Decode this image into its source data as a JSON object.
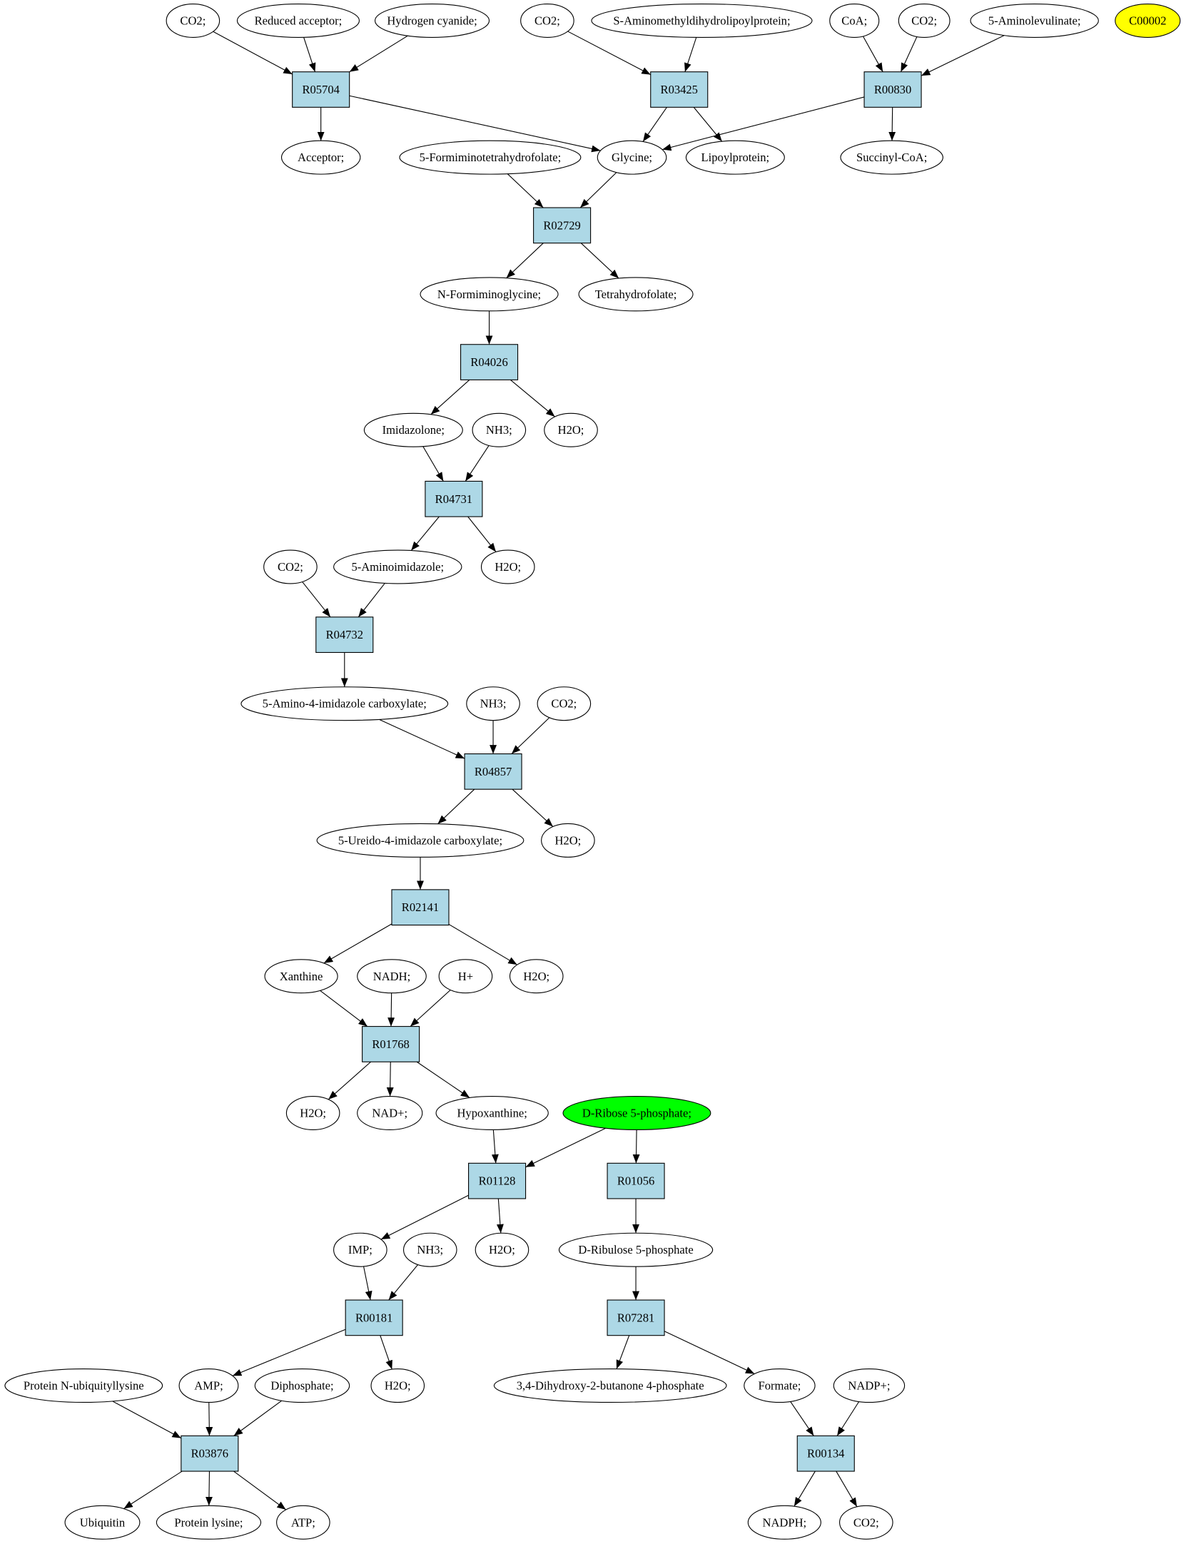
{
  "colors": {
    "reaction_fill": "#add8e6",
    "compound_fill": "#ffffff",
    "highlight_start": "#00ff00",
    "highlight_target": "#ffff00"
  },
  "nodes": [
    {
      "id": "co2_a",
      "label": "CO2;",
      "kind": "compound"
    },
    {
      "id": "red_acc",
      "label": "Reduced acceptor;",
      "kind": "compound"
    },
    {
      "id": "hcn",
      "label": "Hydrogen cyanide;",
      "kind": "compound"
    },
    {
      "id": "co2_b",
      "label": "CO2;",
      "kind": "compound"
    },
    {
      "id": "s_amino",
      "label": "S-Aminomethyldihydrolipoylprotein;",
      "kind": "compound"
    },
    {
      "id": "coa",
      "label": "CoA;",
      "kind": "compound"
    },
    {
      "id": "co2_c",
      "label": "CO2;",
      "kind": "compound"
    },
    {
      "id": "ala",
      "label": "5-Aminolevulinate;",
      "kind": "compound"
    },
    {
      "id": "c00002",
      "label": "C00002",
      "kind": "compound",
      "fill": "#ffff00"
    },
    {
      "id": "R05704",
      "label": "R05704",
      "kind": "reaction"
    },
    {
      "id": "R03425",
      "label": "R03425",
      "kind": "reaction"
    },
    {
      "id": "R00830",
      "label": "R00830",
      "kind": "reaction"
    },
    {
      "id": "acceptor",
      "label": "Acceptor;",
      "kind": "compound"
    },
    {
      "id": "fthf",
      "label": "5-Formiminotetrahydrofolate;",
      "kind": "compound"
    },
    {
      "id": "glycine",
      "label": "Glycine;",
      "kind": "compound"
    },
    {
      "id": "lipoyl",
      "label": "Lipoylprotein;",
      "kind": "compound"
    },
    {
      "id": "succoa",
      "label": "Succinyl-CoA;",
      "kind": "compound"
    },
    {
      "id": "R02729",
      "label": "R02729",
      "kind": "reaction"
    },
    {
      "id": "nfg",
      "label": "N-Formiminoglycine;",
      "kind": "compound"
    },
    {
      "id": "thf",
      "label": "Tetrahydrofolate;",
      "kind": "compound"
    },
    {
      "id": "R04026",
      "label": "R04026",
      "kind": "reaction"
    },
    {
      "id": "imidazolone",
      "label": "Imidazolone;",
      "kind": "compound"
    },
    {
      "id": "nh3_a",
      "label": "NH3;",
      "kind": "compound"
    },
    {
      "id": "h2o_a",
      "label": "H2O;",
      "kind": "compound"
    },
    {
      "id": "R04731",
      "label": "R04731",
      "kind": "reaction"
    },
    {
      "id": "co2_d",
      "label": "CO2;",
      "kind": "compound"
    },
    {
      "id": "aim",
      "label": "5-Aminoimidazole;",
      "kind": "compound"
    },
    {
      "id": "h2o_b",
      "label": "H2O;",
      "kind": "compound"
    },
    {
      "id": "R04732",
      "label": "R04732",
      "kind": "reaction"
    },
    {
      "id": "aic",
      "label": "5-Amino-4-imidazole carboxylate;",
      "kind": "compound"
    },
    {
      "id": "nh3_b",
      "label": "NH3;",
      "kind": "compound"
    },
    {
      "id": "co2_e",
      "label": "CO2;",
      "kind": "compound"
    },
    {
      "id": "R04857",
      "label": "R04857",
      "kind": "reaction"
    },
    {
      "id": "uic",
      "label": "5-Ureido-4-imidazole carboxylate;",
      "kind": "compound"
    },
    {
      "id": "h2o_c",
      "label": "H2O;",
      "kind": "compound"
    },
    {
      "id": "R02141",
      "label": "R02141",
      "kind": "reaction"
    },
    {
      "id": "xanthine",
      "label": "Xanthine",
      "kind": "compound"
    },
    {
      "id": "nadh",
      "label": "NADH;",
      "kind": "compound"
    },
    {
      "id": "hplus",
      "label": "H+",
      "kind": "compound"
    },
    {
      "id": "h2o_d",
      "label": "H2O;",
      "kind": "compound"
    },
    {
      "id": "R01768",
      "label": "R01768",
      "kind": "reaction"
    },
    {
      "id": "h2o_e",
      "label": "H2O;",
      "kind": "compound"
    },
    {
      "id": "nadplus",
      "label": "NAD+;",
      "kind": "compound"
    },
    {
      "id": "hypoxanthine",
      "label": "Hypoxanthine;",
      "kind": "compound"
    },
    {
      "id": "dr5p",
      "label": "D-Ribose 5-phosphate;",
      "kind": "compound",
      "fill": "#00ff00"
    },
    {
      "id": "R01128",
      "label": "R01128",
      "kind": "reaction"
    },
    {
      "id": "R01056",
      "label": "R01056",
      "kind": "reaction"
    },
    {
      "id": "imp",
      "label": "IMP;",
      "kind": "compound"
    },
    {
      "id": "nh3_c",
      "label": "NH3;",
      "kind": "compound"
    },
    {
      "id": "h2o_f",
      "label": "H2O;",
      "kind": "compound"
    },
    {
      "id": "dru5p",
      "label": "D-Ribulose 5-phosphate",
      "kind": "compound"
    },
    {
      "id": "R00181",
      "label": "R00181",
      "kind": "reaction"
    },
    {
      "id": "R07281",
      "label": "R07281",
      "kind": "reaction"
    },
    {
      "id": "pnu",
      "label": "Protein N-ubiquityllysine",
      "kind": "compound"
    },
    {
      "id": "amp",
      "label": "AMP;",
      "kind": "compound"
    },
    {
      "id": "diphosphate",
      "label": "Diphosphate;",
      "kind": "compound"
    },
    {
      "id": "h2o_g",
      "label": "H2O;",
      "kind": "compound"
    },
    {
      "id": "dhbp",
      "label": "3,4-Dihydroxy-2-butanone 4-phosphate",
      "kind": "compound"
    },
    {
      "id": "formate",
      "label": "Formate;",
      "kind": "compound"
    },
    {
      "id": "nadpplus",
      "label": "NADP+;",
      "kind": "compound"
    },
    {
      "id": "R03876",
      "label": "R03876",
      "kind": "reaction"
    },
    {
      "id": "R00134",
      "label": "R00134",
      "kind": "reaction"
    },
    {
      "id": "ubiquitin",
      "label": "Ubiquitin",
      "kind": "compound"
    },
    {
      "id": "plys",
      "label": "Protein lysine;",
      "kind": "compound"
    },
    {
      "id": "atp",
      "label": "ATP;",
      "kind": "compound"
    },
    {
      "id": "nadph",
      "label": "NADPH;",
      "kind": "compound"
    },
    {
      "id": "co2_f",
      "label": "CO2;",
      "kind": "compound"
    }
  ],
  "edges": [
    [
      "co2_a",
      "R05704"
    ],
    [
      "red_acc",
      "R05704"
    ],
    [
      "hcn",
      "R05704"
    ],
    [
      "R05704",
      "acceptor"
    ],
    [
      "R05704",
      "glycine"
    ],
    [
      "co2_b",
      "R03425"
    ],
    [
      "s_amino",
      "R03425"
    ],
    [
      "R03425",
      "glycine"
    ],
    [
      "R03425",
      "lipoyl"
    ],
    [
      "coa",
      "R00830"
    ],
    [
      "co2_c",
      "R00830"
    ],
    [
      "ala",
      "R00830"
    ],
    [
      "R00830",
      "glycine"
    ],
    [
      "R00830",
      "succoa"
    ],
    [
      "fthf",
      "R02729"
    ],
    [
      "glycine",
      "R02729"
    ],
    [
      "R02729",
      "nfg"
    ],
    [
      "R02729",
      "thf"
    ],
    [
      "nfg",
      "R04026"
    ],
    [
      "R04026",
      "imidazolone"
    ],
    [
      "R04026",
      "h2o_a"
    ],
    [
      "imidazolone",
      "R04731"
    ],
    [
      "nh3_a",
      "R04731"
    ],
    [
      "R04731",
      "aim"
    ],
    [
      "R04731",
      "h2o_b"
    ],
    [
      "co2_d",
      "R04732"
    ],
    [
      "aim",
      "R04732"
    ],
    [
      "R04732",
      "aic"
    ],
    [
      "aic",
      "R04857"
    ],
    [
      "nh3_b",
      "R04857"
    ],
    [
      "co2_e",
      "R04857"
    ],
    [
      "R04857",
      "uic"
    ],
    [
      "R04857",
      "h2o_c"
    ],
    [
      "uic",
      "R02141"
    ],
    [
      "R02141",
      "xanthine"
    ],
    [
      "R02141",
      "h2o_d"
    ],
    [
      "xanthine",
      "R01768"
    ],
    [
      "nadh",
      "R01768"
    ],
    [
      "hplus",
      "R01768"
    ],
    [
      "R01768",
      "h2o_e"
    ],
    [
      "R01768",
      "nadplus"
    ],
    [
      "R01768",
      "hypoxanthine"
    ],
    [
      "hypoxanthine",
      "R01128"
    ],
    [
      "dr5p",
      "R01128"
    ],
    [
      "dr5p",
      "R01056"
    ],
    [
      "R01128",
      "imp"
    ],
    [
      "R01128",
      "h2o_f"
    ],
    [
      "R01056",
      "dru5p"
    ],
    [
      "imp",
      "R00181"
    ],
    [
      "nh3_c",
      "R00181"
    ],
    [
      "dru5p",
      "R07281"
    ],
    [
      "R00181",
      "amp"
    ],
    [
      "R00181",
      "h2o_g"
    ],
    [
      "R07281",
      "dhbp"
    ],
    [
      "R07281",
      "formate"
    ],
    [
      "pnu",
      "R03876"
    ],
    [
      "amp",
      "R03876"
    ],
    [
      "diphosphate",
      "R03876"
    ],
    [
      "formate",
      "R00134"
    ],
    [
      "nadpplus",
      "R00134"
    ],
    [
      "R03876",
      "ubiquitin"
    ],
    [
      "R03876",
      "plys"
    ],
    [
      "R03876",
      "atp"
    ],
    [
      "R00134",
      "nadph"
    ],
    [
      "R00134",
      "co2_f"
    ]
  ]
}
